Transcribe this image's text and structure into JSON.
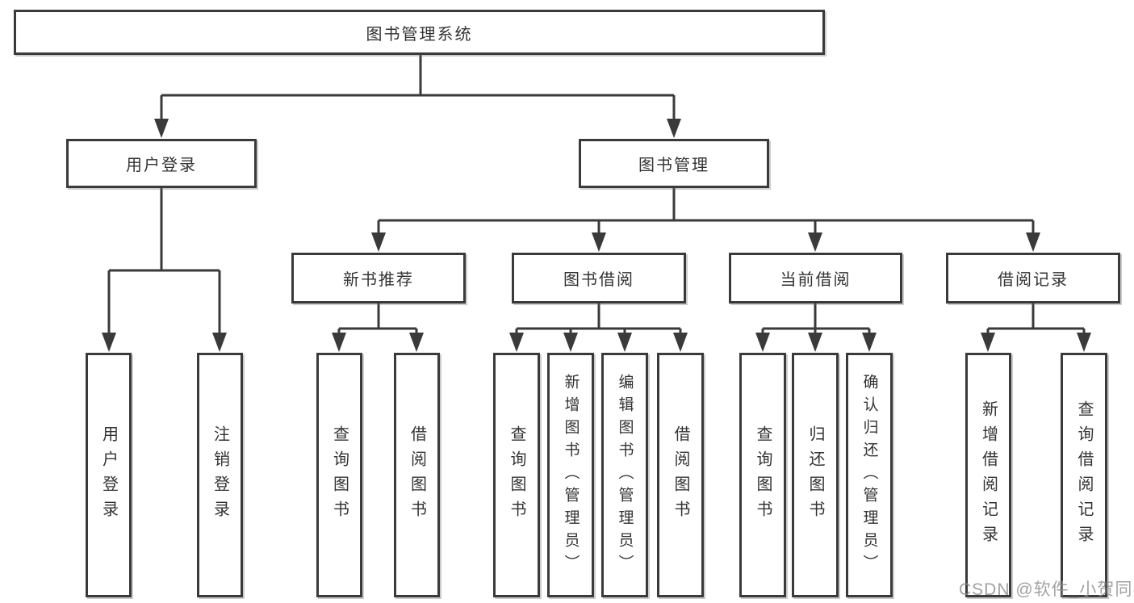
{
  "diagram": {
    "root_label": "图书管理系统",
    "branches": [
      {
        "label": "用户登录",
        "children": [
          "用户登录",
          "注销登录"
        ]
      },
      {
        "label": "图书管理",
        "sections": [
          {
            "label": "新书推荐",
            "children": [
              "查询图书",
              "借阅图书"
            ]
          },
          {
            "label": "图书借阅",
            "children": [
              "查询图书",
              "新增图书（管理员）",
              "编辑图书（管理员）",
              "借阅图书"
            ]
          },
          {
            "label": "当前借阅",
            "children": [
              "查询图书",
              "归还图书",
              "确认归还（管理员）"
            ]
          },
          {
            "label": "借阅记录",
            "children": [
              "新增借阅记录",
              "查询借阅记录"
            ]
          }
        ]
      }
    ]
  },
  "watermark": {
    "text": "CSDN @软件_小贺同学",
    "color": "#919191"
  },
  "colors": {
    "line": "#3a3a3a",
    "box_border": "#3a3a3a",
    "box_background": "#ffffff",
    "text": "#333333",
    "page_background": "#ffffff"
  }
}
